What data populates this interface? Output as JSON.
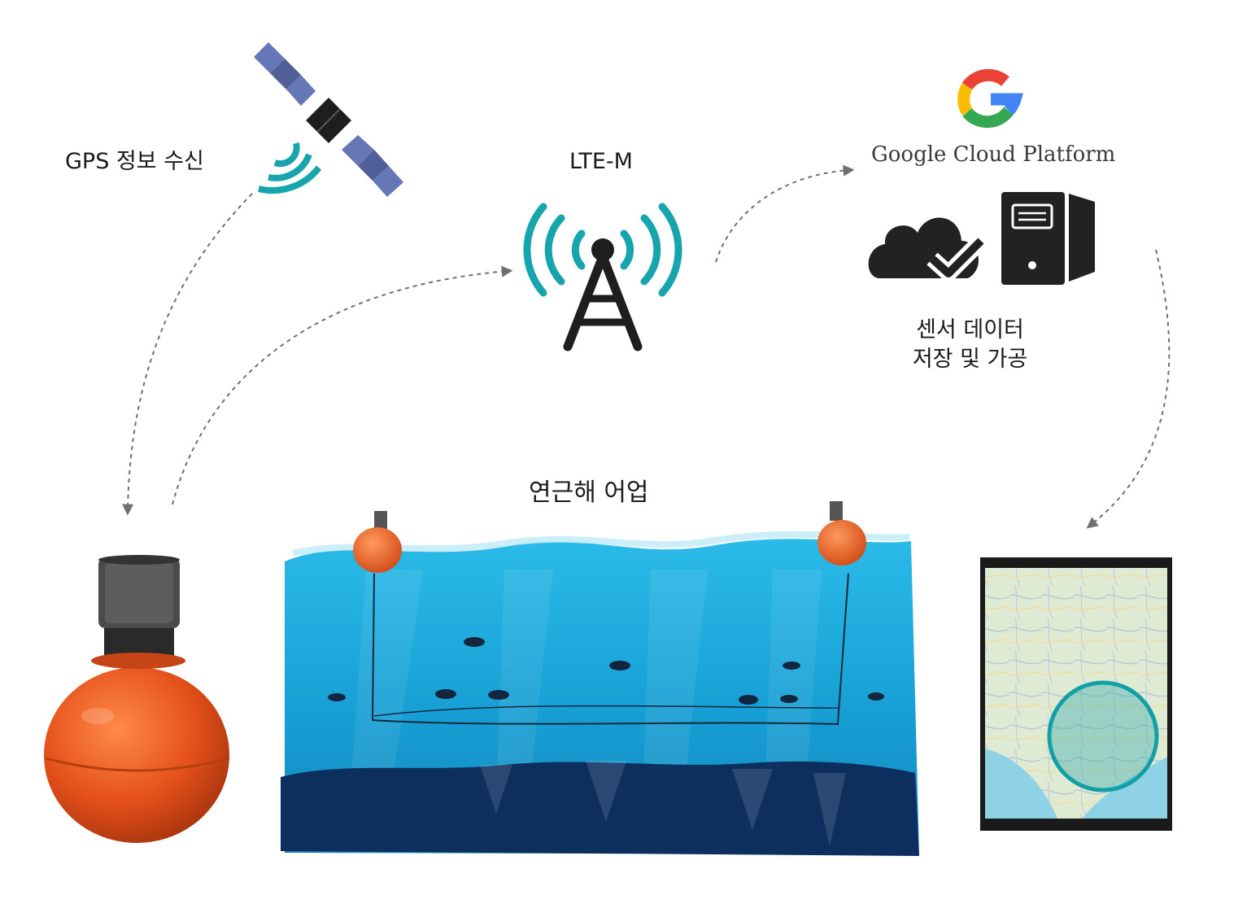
{
  "labels": {
    "gps": "GPS 정보 수신",
    "lte": "LTE-M",
    "gcp": "Google Cloud Platform",
    "storage_line1": "센서 데이터",
    "storage_line2": "저장 및 가공",
    "fishery": "연근해 어업"
  },
  "icons": [
    "satellite-icon",
    "cell-tower-icon",
    "google-logo-icon",
    "cloud-check-icon",
    "server-icon",
    "buoy-icon",
    "tablet-map-icon"
  ],
  "colors": {
    "signal": "#16a5ad",
    "satellite_panel": "#5a6aa8",
    "buoy": "#e8541a",
    "sea": "#1aa8dc",
    "seabed": "#0d2f5e",
    "dark": "#222222"
  }
}
